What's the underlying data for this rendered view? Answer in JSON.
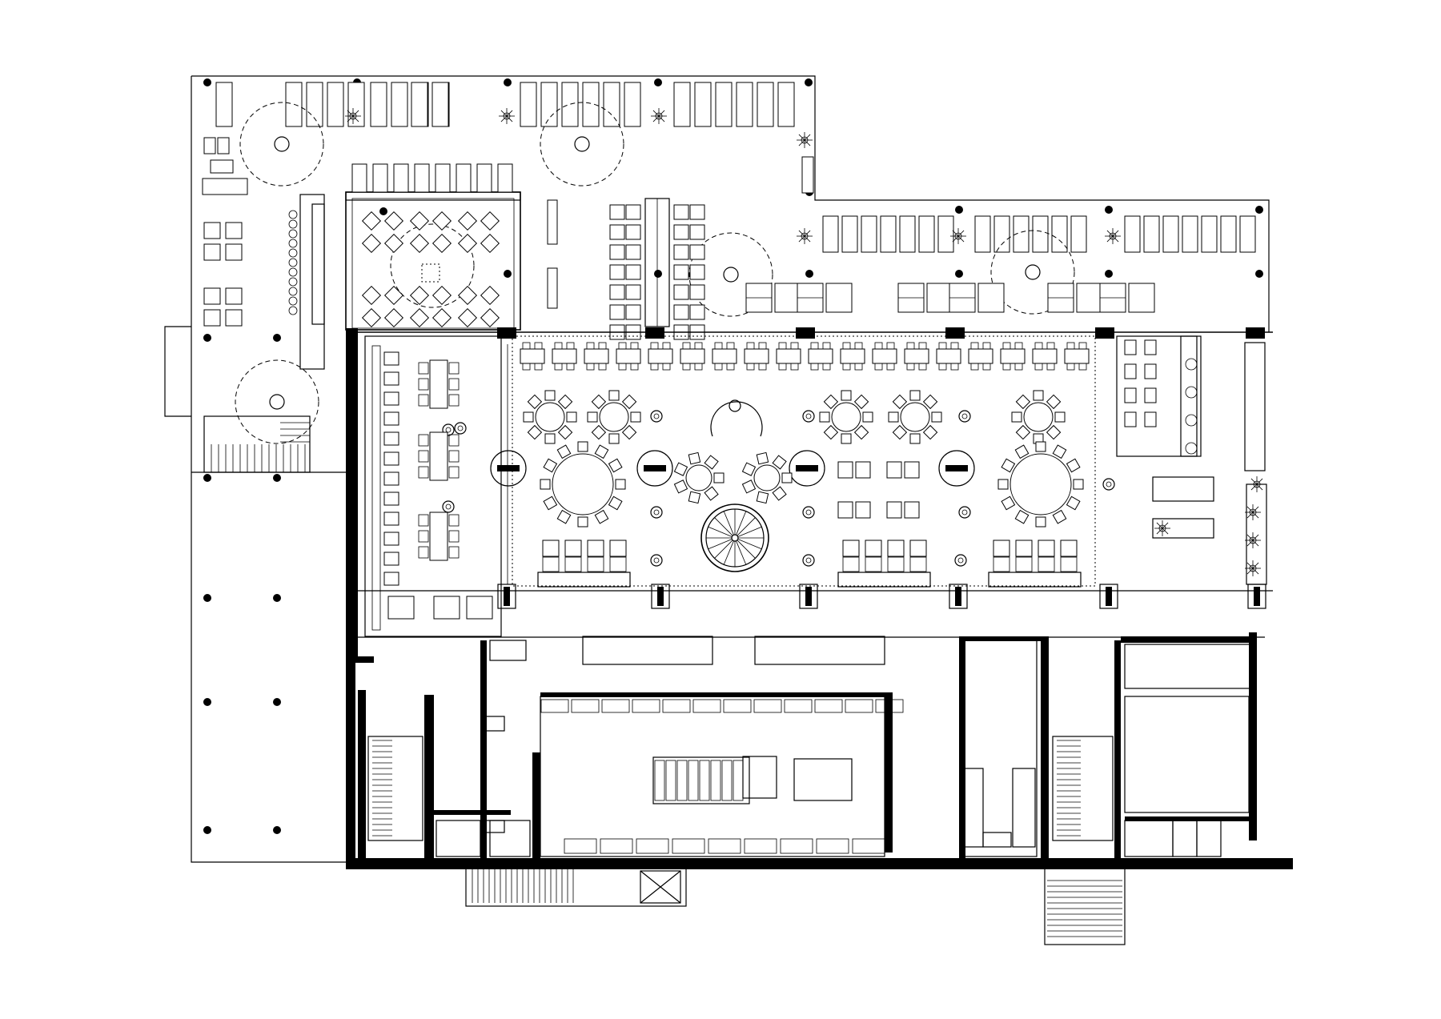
{
  "drawing": {
    "type": "architectural floor plan",
    "line_color": "#000000",
    "background": "#ffffff"
  },
  "zones": [
    {
      "id": "north-terrace",
      "kind": "outdoor terrace with lounge seating"
    },
    {
      "id": "east-terrace",
      "kind": "outdoor terrace with lounge seating"
    },
    {
      "id": "west-terrace",
      "kind": "outdoor terrace with stair"
    },
    {
      "id": "private-dining",
      "kind": "enclosed dining room"
    },
    {
      "id": "booth-dining",
      "kind": "banquette seating along west wall"
    },
    {
      "id": "main-dining-hall",
      "kind": "restaurant hall with round and square tables"
    },
    {
      "id": "spiral-stair",
      "kind": "circular staircase"
    },
    {
      "id": "bar-lounge",
      "kind": "lounge with sofas"
    },
    {
      "id": "kitchen",
      "kind": "commercial kitchen"
    },
    {
      "id": "stairwell-west",
      "kind": "stair core"
    },
    {
      "id": "stairwell-east",
      "kind": "stair core"
    },
    {
      "id": "service-rooms",
      "kind": "back of house"
    }
  ]
}
